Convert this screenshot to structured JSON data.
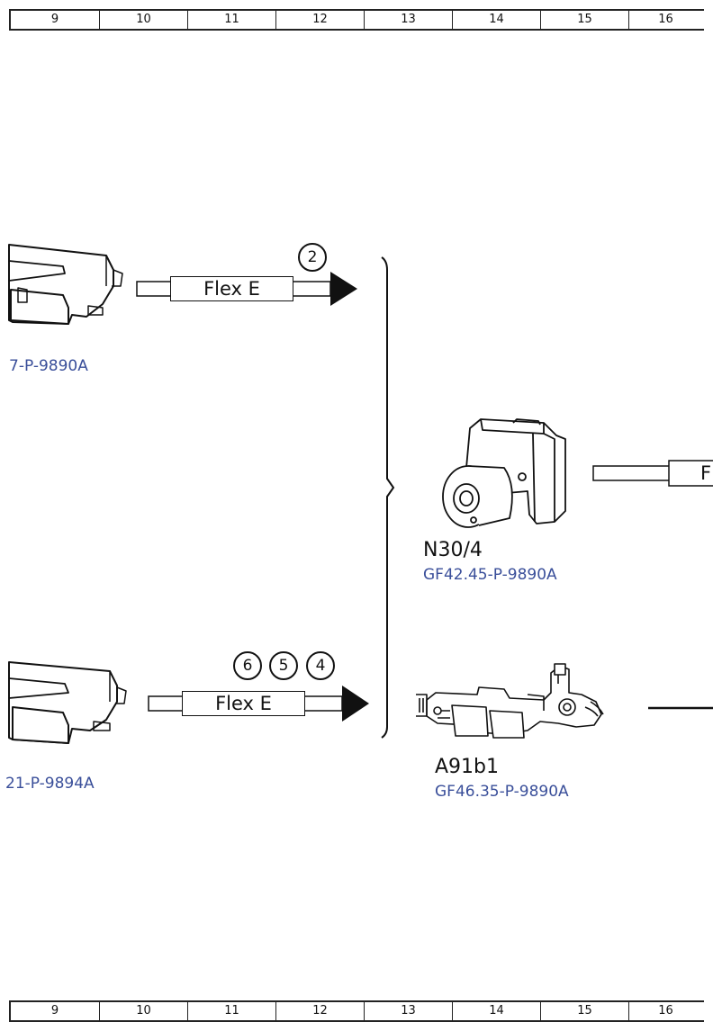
{
  "ruler": {
    "columns": [
      "9",
      "10",
      "11",
      "12",
      "13",
      "14",
      "15",
      "16"
    ]
  },
  "bus_top": {
    "label": "Flex E",
    "circles": [
      "2"
    ],
    "left_part_number": "7-P-9890A"
  },
  "bus_bottom": {
    "label": "Flex E",
    "circles": [
      "6",
      "5",
      "4"
    ],
    "left_part_number": "21-P-9894A"
  },
  "component_n30": {
    "code": "N30/4",
    "part_number": "GF42.45-P-9890A"
  },
  "component_a91": {
    "code": "A91b1",
    "part_number": "GF46.35-P-9890A"
  },
  "right_edge_label": "F"
}
